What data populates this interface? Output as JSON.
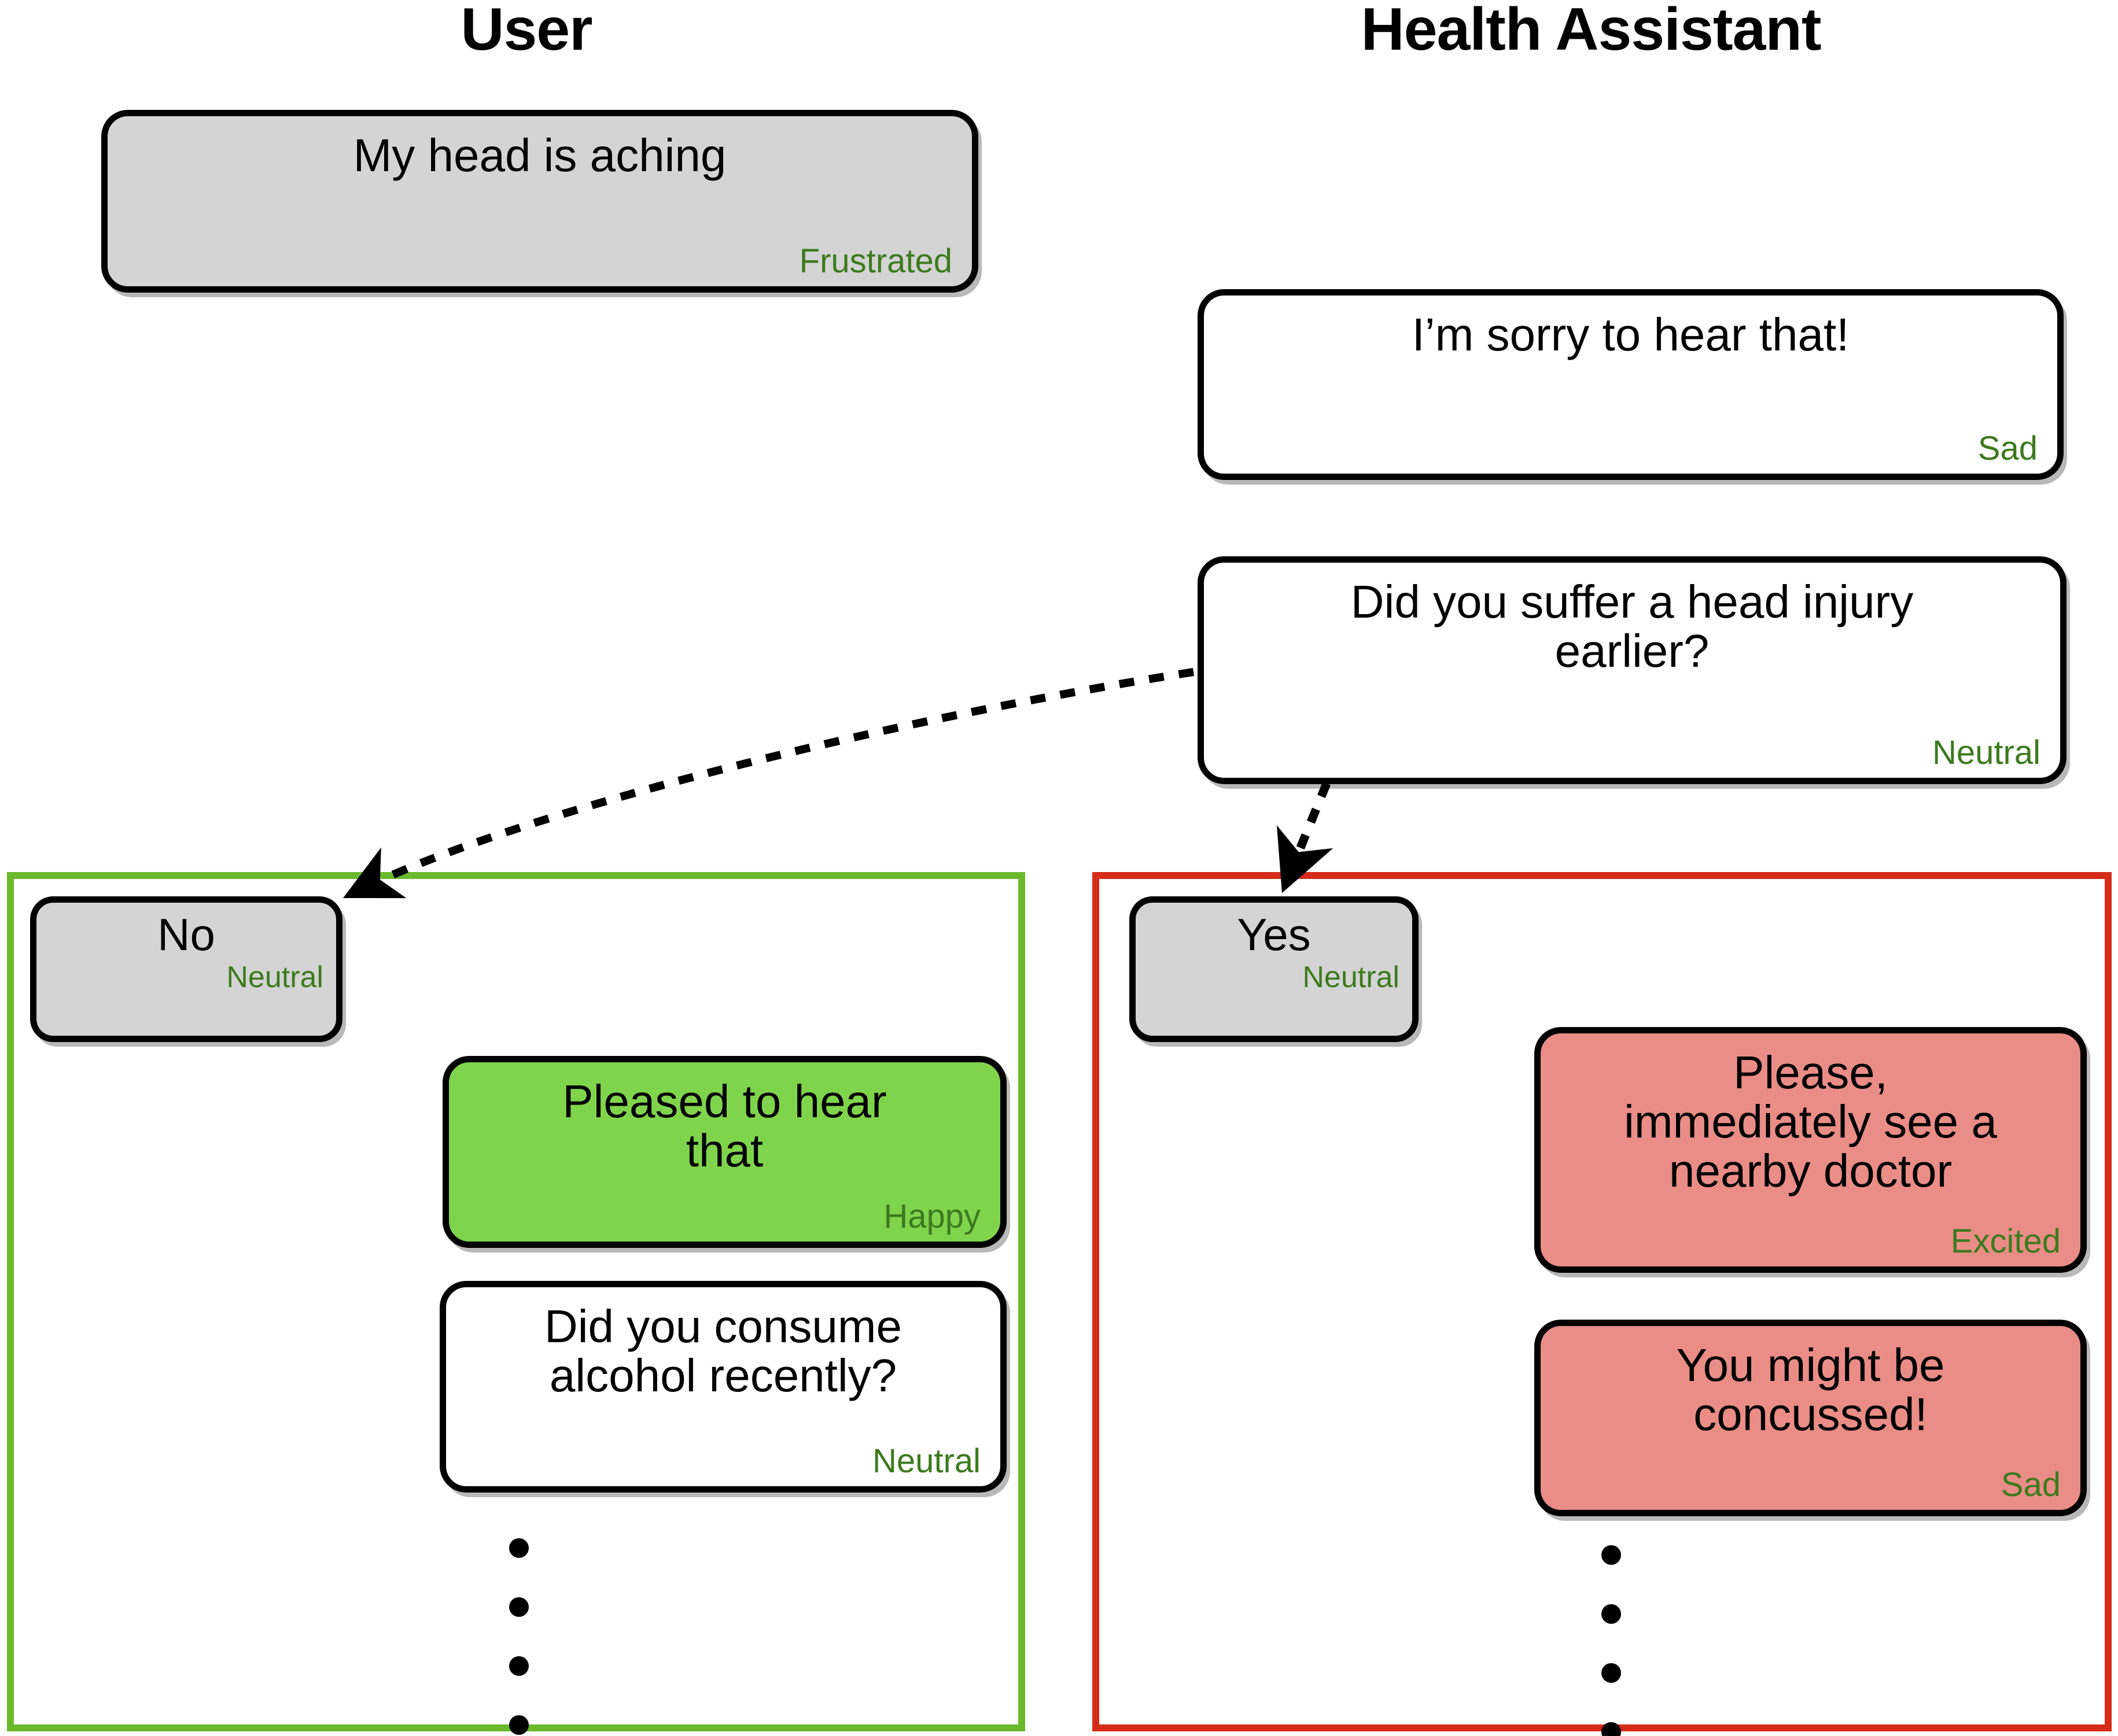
{
  "columns": {
    "user": "User",
    "assistant": "Health Assistant"
  },
  "colors": {
    "emotion_label": "#3D7A1E",
    "user_bubble": "#D4D4D4",
    "assistant_bubble": "#FFFFFF",
    "happy_bubble": "#7FD44B",
    "alert_bubble": "#E98D86",
    "branch_no_border": "#6BB92C",
    "branch_yes_border": "#D52B18"
  },
  "messages": {
    "head_aching": {
      "text": "My head is aching",
      "emotion": "Frustrated"
    },
    "sorry": {
      "text": "I’m sorry to hear that!",
      "emotion": "Sad"
    },
    "head_injury": {
      "text": "Did you suffer a head injury\nearlier?",
      "emotion": "Neutral"
    },
    "answer_no": {
      "text": "No",
      "emotion": "Neutral"
    },
    "pleased": {
      "text": "Pleased to hear\nthat",
      "emotion": "Happy"
    },
    "alcohol": {
      "text": "Did you consume\nalcohol recently?",
      "emotion": "Neutral"
    },
    "answer_yes": {
      "text": "Yes",
      "emotion": "Neutral"
    },
    "see_doctor": {
      "text": "Please,\nimmediately see a\nnearby doctor",
      "emotion": "Excited"
    },
    "concussed": {
      "text": "You might be\nconcussed!",
      "emotion": "Sad"
    }
  },
  "ellipsis": {
    "left_dot_count": 4,
    "right_dot_count": 4
  },
  "arrows": [
    {
      "name": "branch-no-arrow",
      "from": "head_injury",
      "to": "answer_no",
      "style": "dotted-curved"
    },
    {
      "name": "branch-yes-arrow",
      "from": "head_injury",
      "to": "answer_yes",
      "style": "dotted-straight"
    }
  ]
}
